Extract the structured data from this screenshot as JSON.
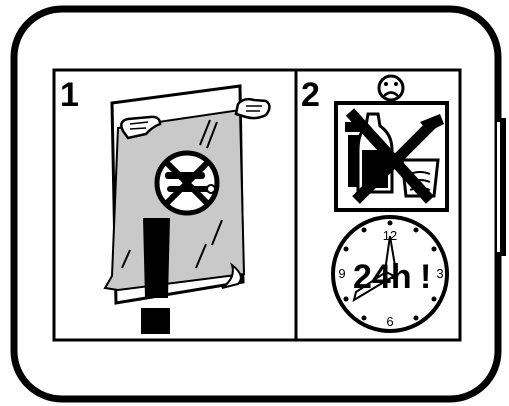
{
  "panels": [
    {
      "number": "1"
    },
    {
      "number": "2"
    }
  ],
  "clock": {
    "label": "24h",
    "exclamation": "!",
    "numerals": [
      "12",
      "3",
      "6",
      "9"
    ]
  },
  "colors": {
    "ink": "#000000",
    "film": "#c9c9c9",
    "paper": "#ffffff"
  },
  "icons": [
    "smiley-sad-icon",
    "no-tools-icon",
    "no-cleaning-products-icon",
    "clock-icon",
    "exclamation-icon",
    "hand-icon"
  ]
}
